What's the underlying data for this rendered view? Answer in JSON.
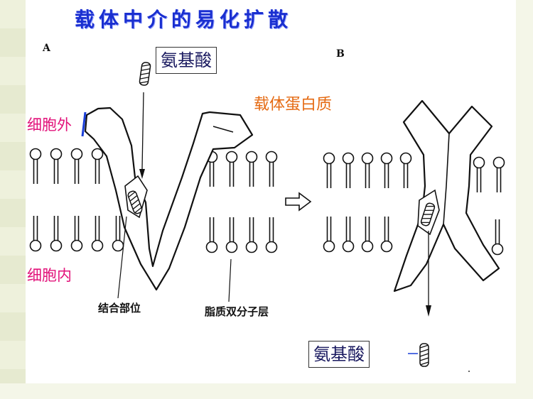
{
  "title": "载体中介的易化扩散",
  "panels": {
    "a": "A",
    "b": "B"
  },
  "labels": {
    "amino_acid_top": "氨基酸",
    "carrier_protein": "载体蛋白质",
    "extracellular": "细胞外",
    "intracellular": "细胞内",
    "binding_site": "结合部位",
    "lipid_bilayer": "脂质双分子层",
    "amino_acid_bottom": "氨基酸"
  },
  "colors": {
    "title": "#1a2fd0",
    "carrier_label": "#e56a12",
    "cell_side_label": "#e2127a",
    "outside_marker": "#1a3fd8"
  }
}
